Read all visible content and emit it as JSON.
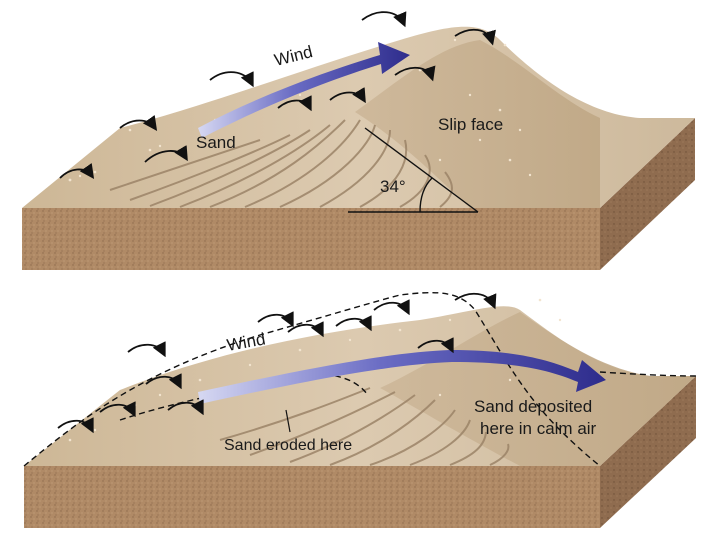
{
  "top_panel": {
    "wind_label": "Wind",
    "sand_label": "Sand",
    "slip_face_label": "Slip face",
    "angle_label": "34°"
  },
  "bottom_panel": {
    "wind_label": "Wind",
    "eroded_label": "Sand eroded here",
    "deposited_label_line1": "Sand deposited",
    "deposited_label_line2": "here in calm air"
  },
  "colors": {
    "sand_surface": "#d9c5a8",
    "sand_shadow": "#b8a184",
    "block_front": "#b08a66",
    "block_side": "#8f6c4f",
    "wind_arrow": "#3c3a9a",
    "bedding": "#9c8468"
  },
  "icons": [
    "wind-arrow-icon",
    "sand-hop-arrow-icon"
  ]
}
